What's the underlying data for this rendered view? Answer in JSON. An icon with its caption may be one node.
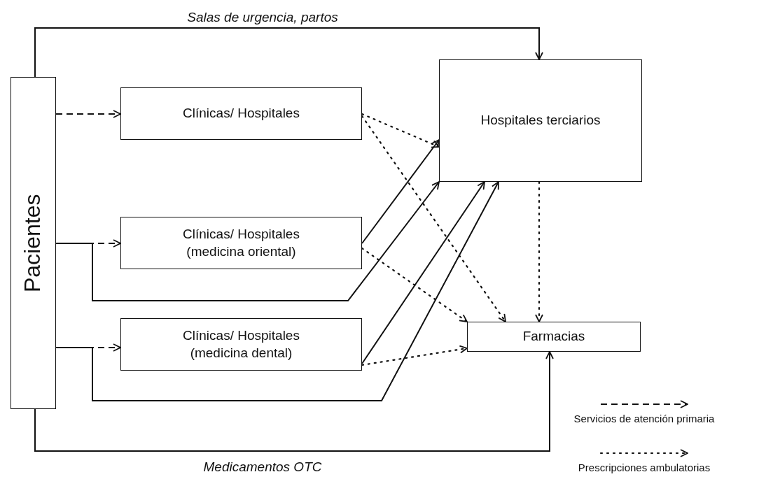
{
  "diagram": {
    "nodes": [
      {
        "text": [
          "Pacientes"
        ]
      },
      {
        "text": [
          "Clínicas/ Hospitales"
        ]
      },
      {
        "text": [
          "Clínicas/ Hospitales (medicina oriental)"
        ]
      },
      {
        "text": [
          "Clínicas/ Hospitales (medicina dental)"
        ]
      },
      {
        "text": [
          "Hospitales terciarios"
        ]
      },
      {
        "text": [
          "Farmacias"
        ]
      }
    ],
    "edges": [
      {
        "from": 0,
        "to": 4,
        "arrow": "to",
        "label": "Salas de urgencia, partos"
      },
      {
        "from": 0,
        "to": 1,
        "arrow": "to",
        "style": "dashed"
      },
      {
        "from": 0,
        "to": 2,
        "arrow": "to",
        "style": "dashed"
      },
      {
        "from": 0,
        "to": 3,
        "arrow": "to",
        "style": "dashed"
      },
      {
        "from": 1,
        "to": 4,
        "arrow": "to",
        "style": "dashed"
      },
      {
        "from": 1,
        "to": 5,
        "arrow": "to",
        "style": "dashed"
      },
      {
        "from": 2,
        "to": 4,
        "arrow": "to"
      },
      {
        "from": 2,
        "to": 5,
        "arrow": "to",
        "style": "dashed"
      },
      {
        "from": 0,
        "to": 4,
        "arrow": "to"
      },
      {
        "from": 3,
        "to": 4,
        "arrow": "to"
      },
      {
        "from": 0,
        "to": 4,
        "arrow": "to"
      },
      {
        "from": 3,
        "to": 5,
        "arrow": "to",
        "style": "dashed"
      },
      {
        "from": 4,
        "to": 5,
        "arrow": "to",
        "style": "dashed"
      },
      {
        "from": 0,
        "to": 5,
        "arrow": "to",
        "label": "Medicamentos OTC"
      }
    ],
    "legend": [
      {
        "text": "Servicios de atención primaria"
      },
      {
        "text": "Prescripciones ambulatorias"
      }
    ]
  }
}
